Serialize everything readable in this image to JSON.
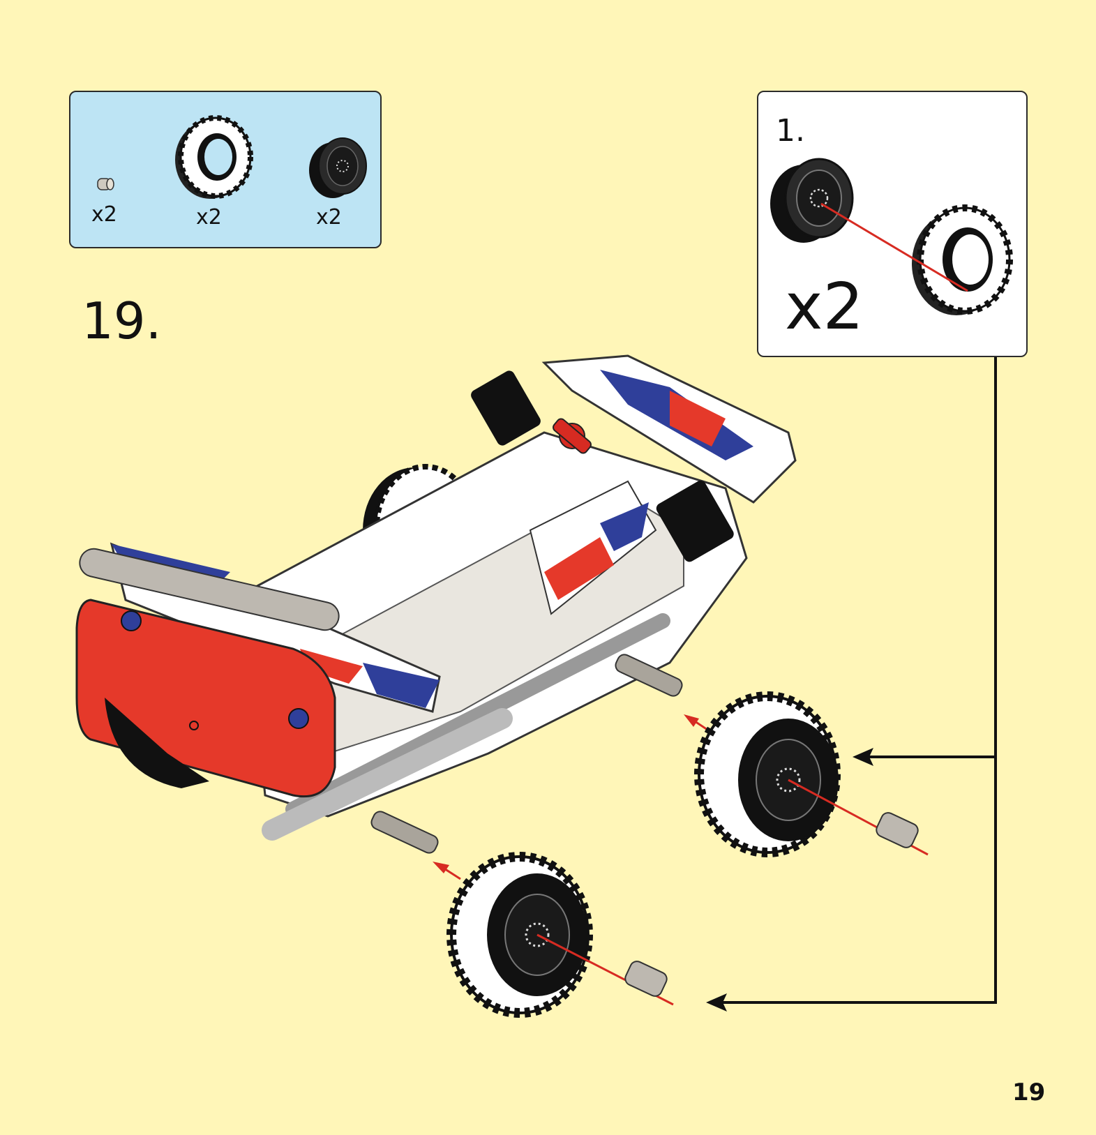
{
  "parts_list": {
    "items": [
      {
        "name": "axle-connector",
        "qty": "x2"
      },
      {
        "name": "tire",
        "qty": "x2"
      },
      {
        "name": "wheel-rim",
        "qty": "x2"
      }
    ]
  },
  "step": {
    "number": "19."
  },
  "sub_assembly": {
    "step": "1.",
    "multiplier": "x2"
  },
  "page": {
    "number": "19"
  },
  "colors": {
    "background": "#fff6b8",
    "parts_box": "#bde4f4",
    "body_red": "#e5392a",
    "accent_blue": "#2f3f9a",
    "guide_red": "#d72b22"
  }
}
